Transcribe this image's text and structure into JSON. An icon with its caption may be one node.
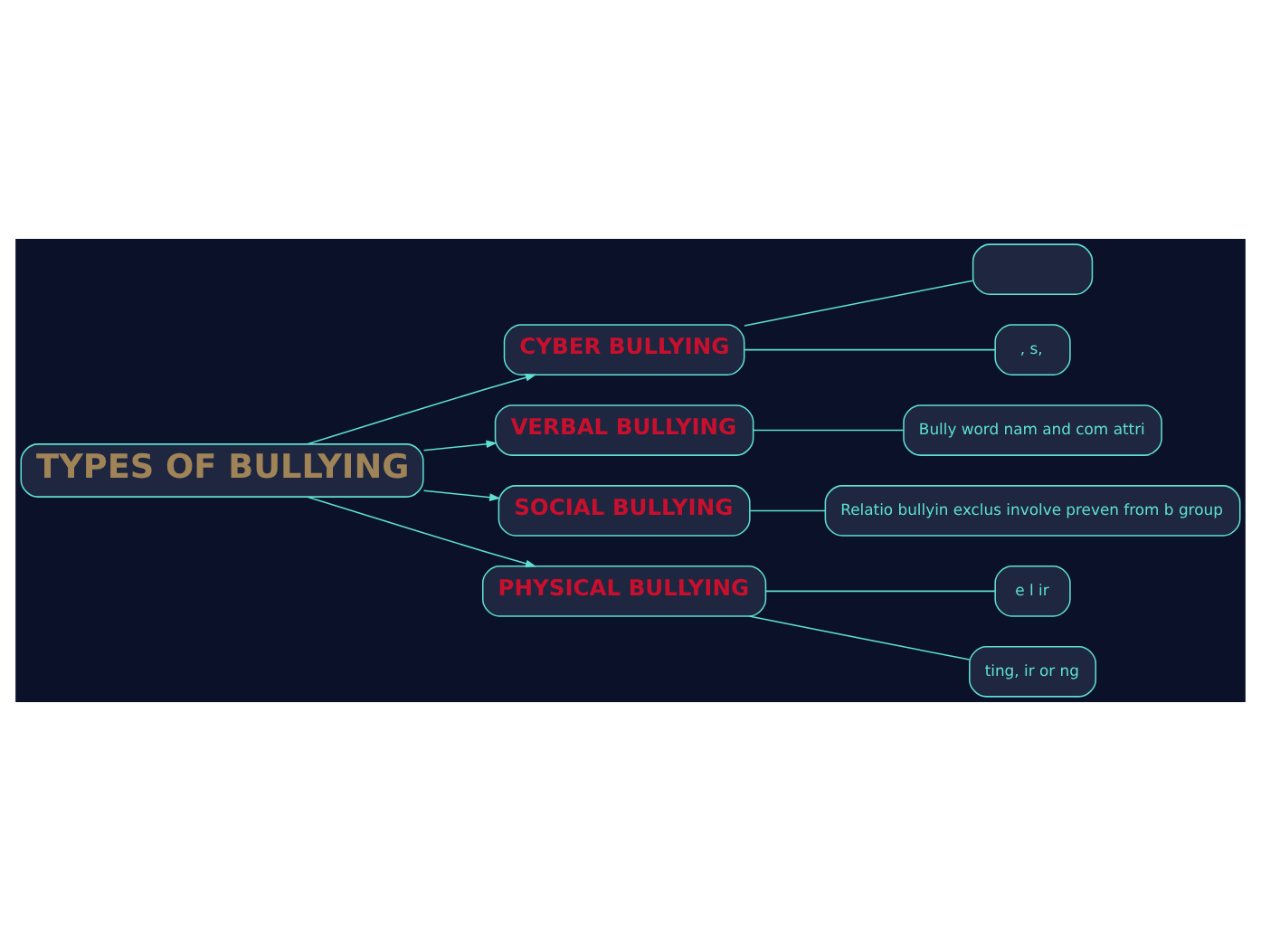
{
  "diagram": {
    "nodes": [
      {
        "text": [
          "TYPES OF BULLYING"
        ]
      },
      {
        "text": [
          "CYBER BULLYING"
        ]
      },
      {
        "text": [
          "VERBAL BULLYING"
        ]
      },
      {
        "text": [
          "SOCIAL BULLYING"
        ]
      },
      {
        "text": [
          "PHYSICAL BULLYING"
        ]
      },
      {
        "text": [],
        "shape": "box"
      },
      {
        "text": [
          ", s,"
        ]
      },
      {
        "text": [
          "Bully word nam and com attri"
        ]
      },
      {
        "text": [
          "Relatio bullyin exclus involve preven from b group"
        ]
      },
      {
        "text": [
          "e l ir"
        ]
      },
      {
        "text": [
          "ting, ir or ng"
        ]
      }
    ],
    "edges": [
      {
        "from": 0,
        "to": 1,
        "arrow": "to"
      },
      {
        "from": 0,
        "to": 2,
        "arrow": "to"
      },
      {
        "from": 0,
        "to": 3,
        "arrow": "to"
      },
      {
        "from": 0,
        "to": 4,
        "arrow": "to"
      },
      {
        "from": 1,
        "to": 5,
        "arrow": "none"
      },
      {
        "from": 1,
        "to": 6,
        "arrow": "none"
      },
      {
        "from": 2,
        "to": 7,
        "arrow": "none"
      },
      {
        "from": 3,
        "to": 8,
        "arrow": "none"
      },
      {
        "from": 4,
        "to": 9,
        "arrow": "none"
      },
      {
        "from": 4,
        "to": 10,
        "arrow": "none"
      }
    ]
  }
}
